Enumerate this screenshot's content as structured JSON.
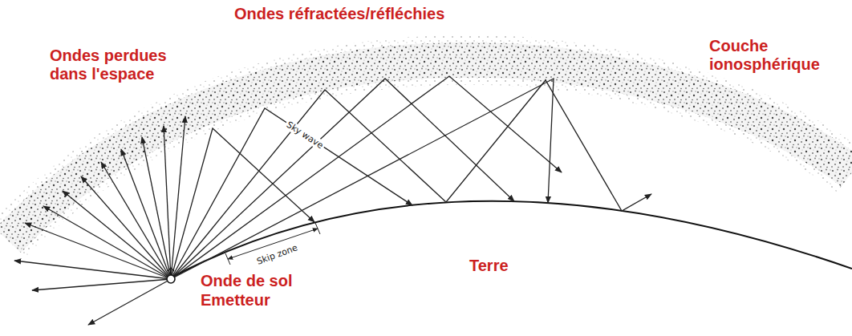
{
  "diagram": {
    "labels": [
      "Ondes réfractées/réfléchies",
      "Couche ionosphérique",
      "Ondes perdues dans l'espace",
      "Onde de sol",
      "Emetteur",
      "Terre",
      "Sky wave",
      "Skip zone"
    ]
  }
}
